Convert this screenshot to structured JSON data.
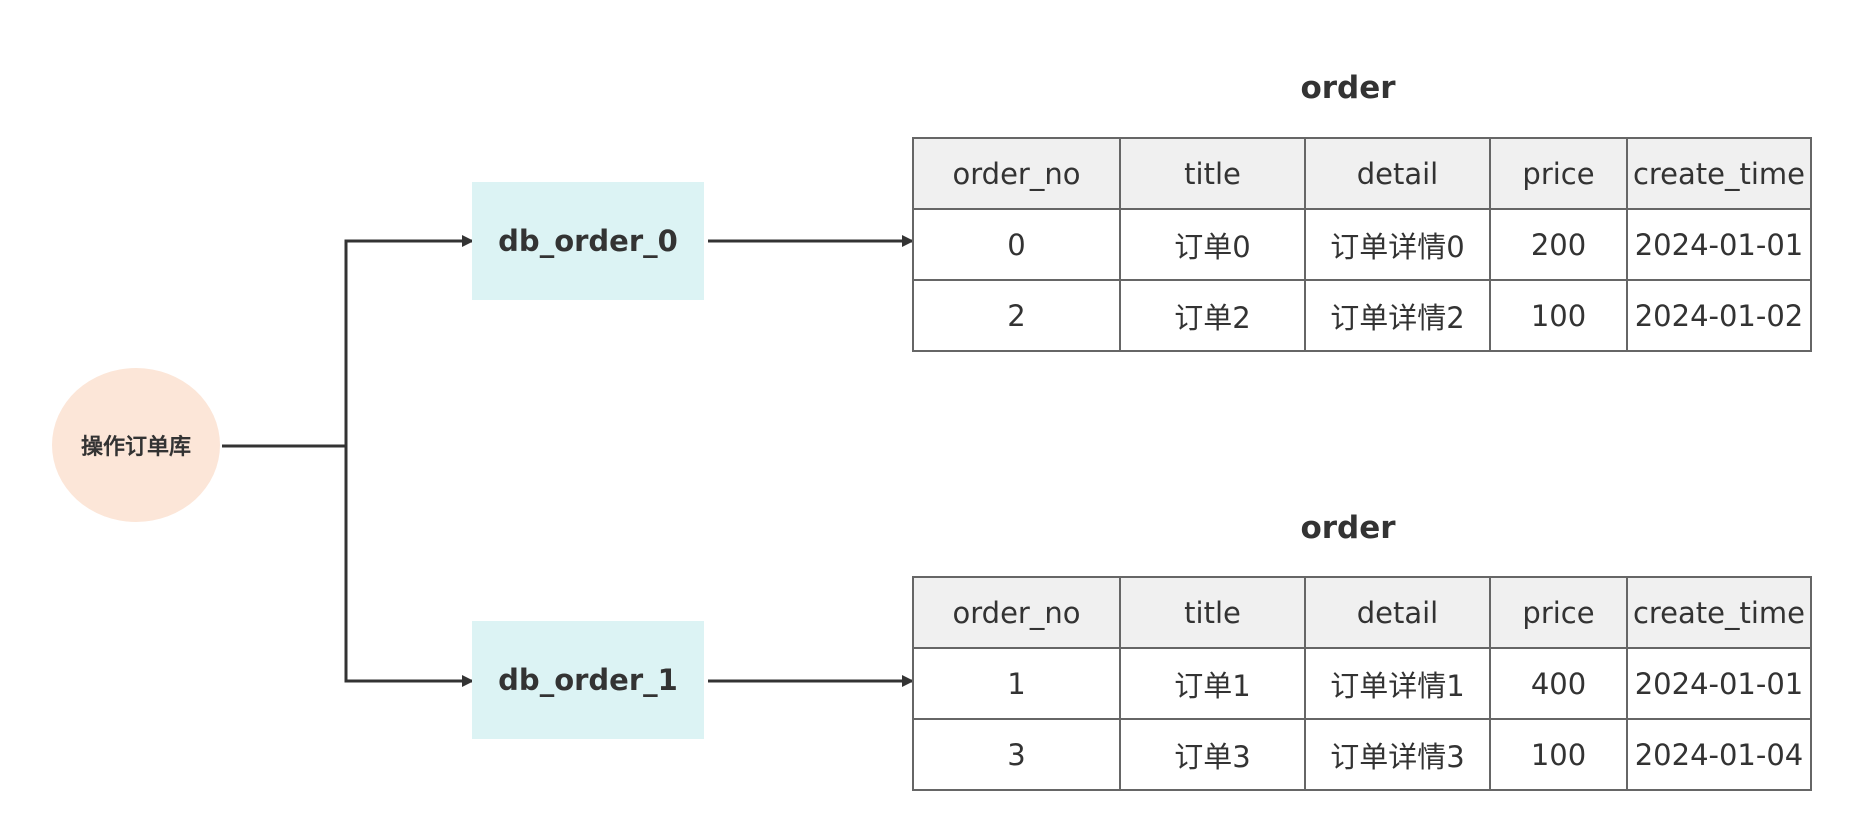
{
  "source": {
    "label": "操作订单库"
  },
  "databases": [
    {
      "name": "db_order_0",
      "table": {
        "name": "order",
        "columns": [
          "order_no",
          "title",
          "detail",
          "price",
          "create_time"
        ],
        "rows": [
          [
            "0",
            "订单0",
            "订单详情0",
            "200",
            "2024-01-01"
          ],
          [
            "2",
            "订单2",
            "订单详情2",
            "100",
            "2024-01-02"
          ]
        ]
      }
    },
    {
      "name": "db_order_1",
      "table": {
        "name": "order",
        "columns": [
          "order_no",
          "title",
          "detail",
          "price",
          "create_time"
        ],
        "rows": [
          [
            "1",
            "订单1",
            "订单详情1",
            "400",
            "2024-01-01"
          ],
          [
            "3",
            "订单3",
            "订单详情3",
            "100",
            "2024-01-04"
          ]
        ]
      }
    }
  ],
  "colors": {
    "source_fill": "#fce6d8",
    "db_fill": "#dcf3f4",
    "header_fill": "#f0f0f0",
    "line": "#333333"
  }
}
